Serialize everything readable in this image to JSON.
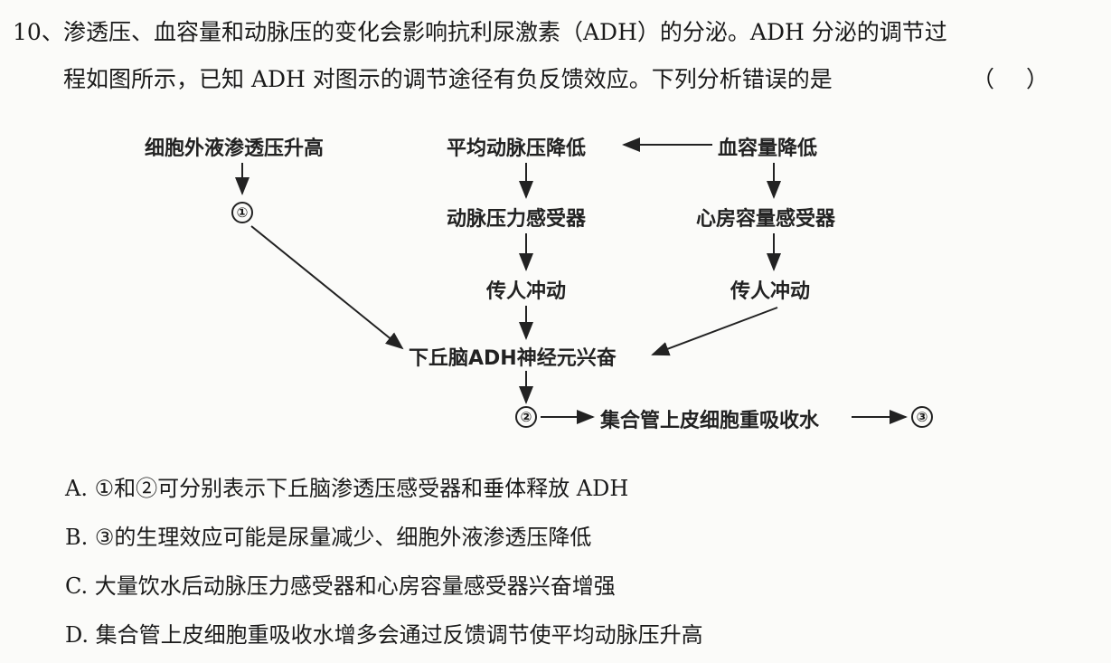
{
  "question": {
    "number": "10、",
    "line1": "渗透压、血容量和动脉压的变化会影响抗利尿激素（ADH）的分泌。ADH 分泌的调节过",
    "line2": "程如图所示，已知 ADH 对图示的调节途径有负反馈效应。下列分析错误的是",
    "paren_open": "（",
    "paren_close": "）"
  },
  "diagram": {
    "n_ecf": "细胞外液渗透压升高",
    "c1": "①",
    "n_map": "平均动脉压降低",
    "n_bv": "血容量降低",
    "n_baro": "动脉压力感受器",
    "n_atrial": "心房容量感受器",
    "n_imp1": "传人冲动",
    "n_imp2": "传人冲动",
    "n_hypo": "下丘脑ADH神经元兴奋",
    "c2": "②",
    "n_duct": "集合管上皮细胞重吸收水",
    "c3": "③"
  },
  "options": [
    {
      "label": "A.",
      "text": "①和②可分别表示下丘脑渗透压感受器和垂体释放 ADH"
    },
    {
      "label": "B.",
      "text": "③的生理效应可能是尿量减少、细胞外液渗透压降低"
    },
    {
      "label": "C.",
      "text": "大量饮水后动脉压力感受器和心房容量感受器兴奋增强"
    },
    {
      "label": "D.",
      "text": "集合管上皮细胞重吸收水增多会通过反馈调节使平均动脉压升高"
    }
  ]
}
